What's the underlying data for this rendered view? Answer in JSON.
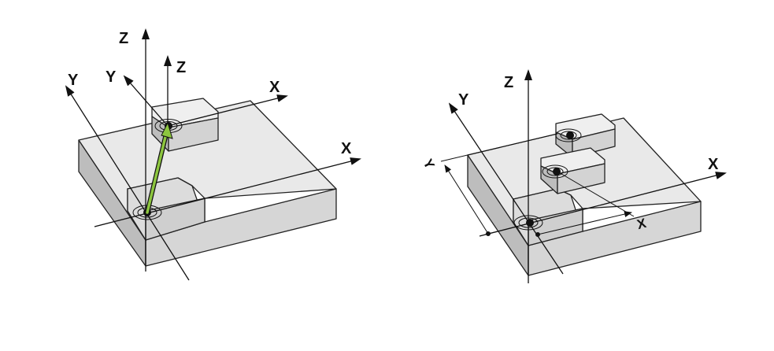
{
  "left_figure": {
    "labels": {
      "z_main": "Z",
      "y_main": "Y",
      "x_main": "X",
      "z_shifted": "Z",
      "y_shifted": "Y",
      "x_shifted": "X"
    }
  },
  "right_figure": {
    "labels": {
      "z": "Z",
      "y": "Y",
      "x": "X",
      "dim_y": "Y",
      "dim_x": "X"
    }
  },
  "colors": {
    "top_face": "#e9e9e9",
    "side_face": "#bdbdbd",
    "front_face": "#d6d6d6",
    "outline": "#222222",
    "shift_arrow": "#8dc63f"
  }
}
